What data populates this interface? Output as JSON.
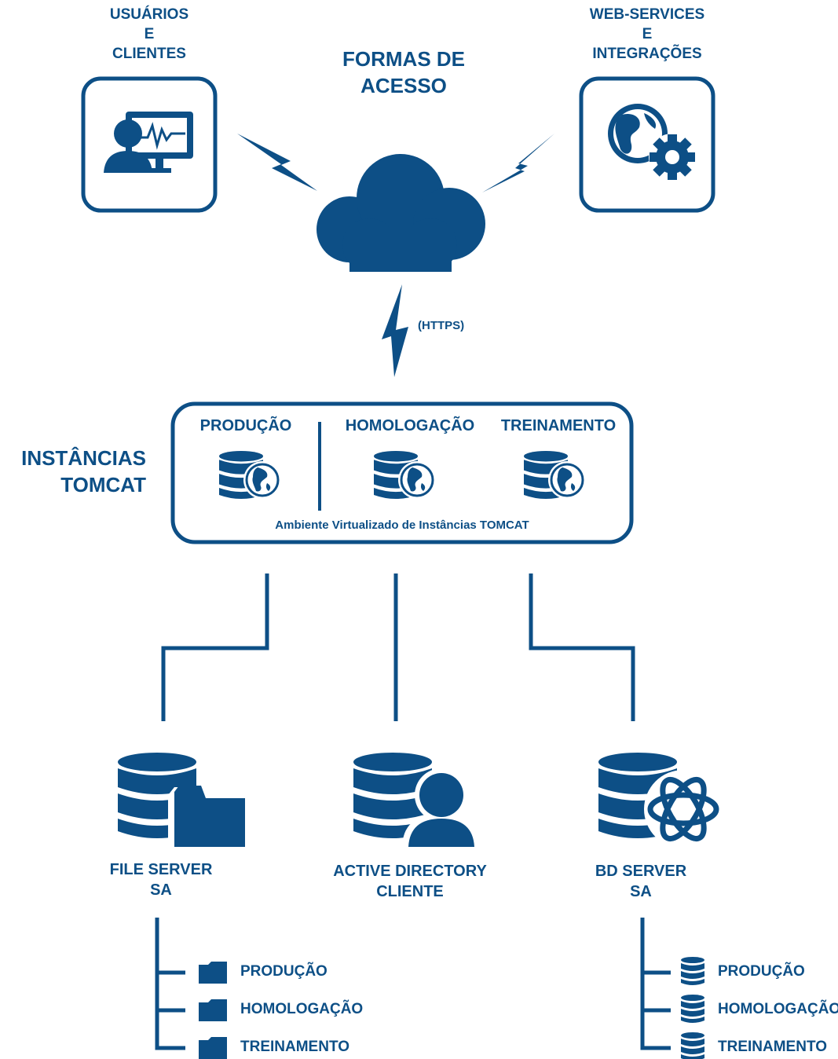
{
  "colors": {
    "primary": "#0d4f86",
    "background": "#ffffff"
  },
  "access": {
    "title": [
      "FORMAS DE",
      "ACESSO"
    ],
    "users_label": [
      "USUÁRIOS",
      "E",
      "CLIENTES"
    ],
    "services_label": [
      "WEB-SERVICES",
      "E",
      "INTEGRAÇÕES"
    ],
    "protocol": "(HTTPS)",
    "icons": [
      "user-monitor-icon",
      "globe-gear-icon",
      "cloud-icon",
      "lightning-icon"
    ]
  },
  "tomcat": {
    "title": [
      "INSTÂNCIAS",
      "TOMCAT"
    ],
    "instances": [
      "PRODUÇÃO",
      "HOMOLOGAÇÃO",
      "TREINAMENTO"
    ],
    "caption": "Ambiente Virtualizado de Instâncias TOMCAT",
    "icons": [
      "database-globe-icon"
    ]
  },
  "servers": [
    {
      "label": [
        "FILE SERVER",
        "SA"
      ],
      "icon": "database-folder-icon"
    },
    {
      "label": [
        "ACTIVE DIRECTORY",
        "CLIENTE"
      ],
      "icon": "database-user-icon"
    },
    {
      "label": [
        "BD SERVER",
        "SA"
      ],
      "icon": "database-atom-icon"
    }
  ],
  "file_server_items": [
    "PRODUÇÃO",
    "HOMOLOGAÇÃO",
    "TREINAMENTO"
  ],
  "bd_server_items": [
    "PRODUÇÃO",
    "HOMOLOGAÇÃO",
    "TREINAMENTO"
  ]
}
